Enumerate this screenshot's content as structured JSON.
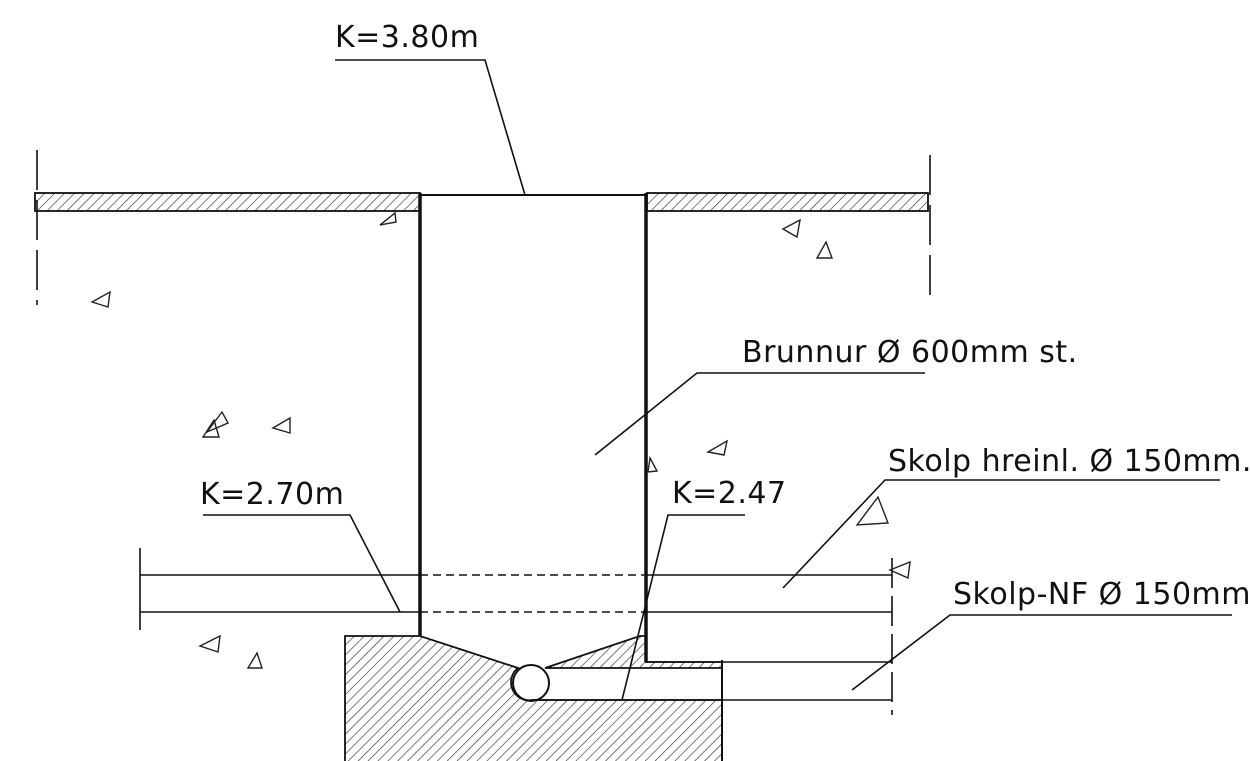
{
  "labels": {
    "top_level": "K=3.80m",
    "manhole": "Brunnur Ø 600mm st.",
    "drain_pipe": "Skolp hreinl. Ø 150mm.",
    "inlet_level": "K=2.70m",
    "invert_level": "K=2.47",
    "nf_pipe": "Skolp-NF Ø 150mm"
  },
  "icons": [
    "aggregate-triangle-icon"
  ],
  "colors": {
    "ink": "#111111",
    "paper": "#ffffff"
  }
}
